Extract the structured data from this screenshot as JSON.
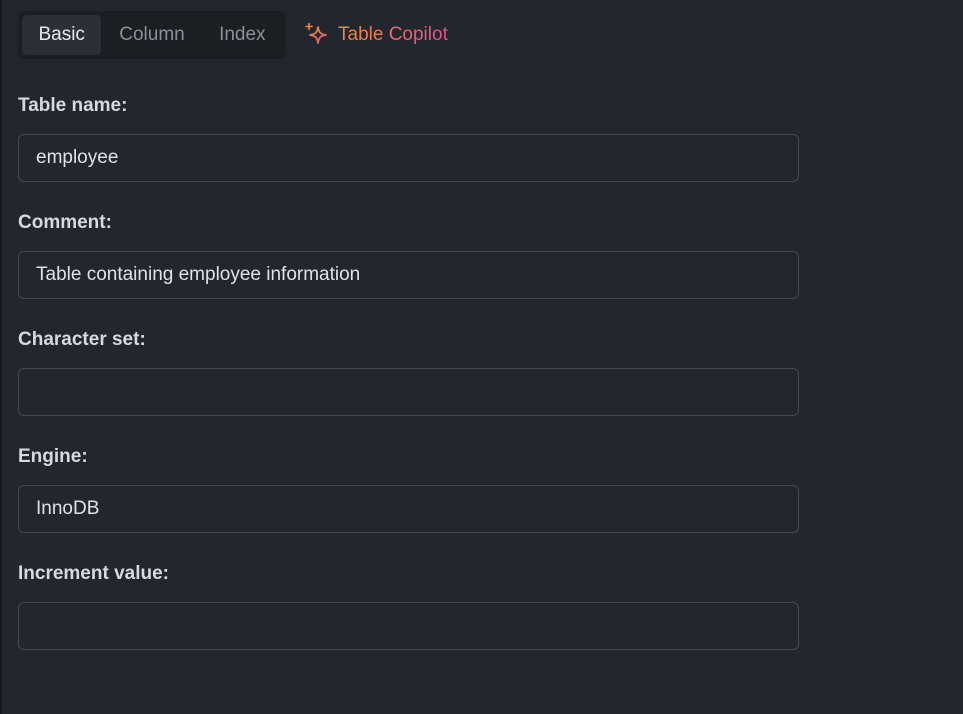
{
  "tabs": {
    "basic": "Basic",
    "column": "Column",
    "index": "Index",
    "active": "basic"
  },
  "copilot": {
    "label": "Table Copilot",
    "icon": "sparkle-icon",
    "gradient": [
      "#f08a3a",
      "#e2508f"
    ]
  },
  "form": {
    "table_name": {
      "label": "Table name:",
      "value": "employee"
    },
    "comment": {
      "label": "Comment:",
      "value": "Table containing employee information"
    },
    "charset": {
      "label": "Character set:",
      "value": ""
    },
    "engine": {
      "label": "Engine:",
      "value": "InnoDB"
    },
    "increment": {
      "label": "Increment value:",
      "value": ""
    }
  },
  "colors": {
    "background": "#22262d",
    "tab_bar": "#1b1e23",
    "tab_active": "#2b3038",
    "input_border": "#454a53"
  }
}
